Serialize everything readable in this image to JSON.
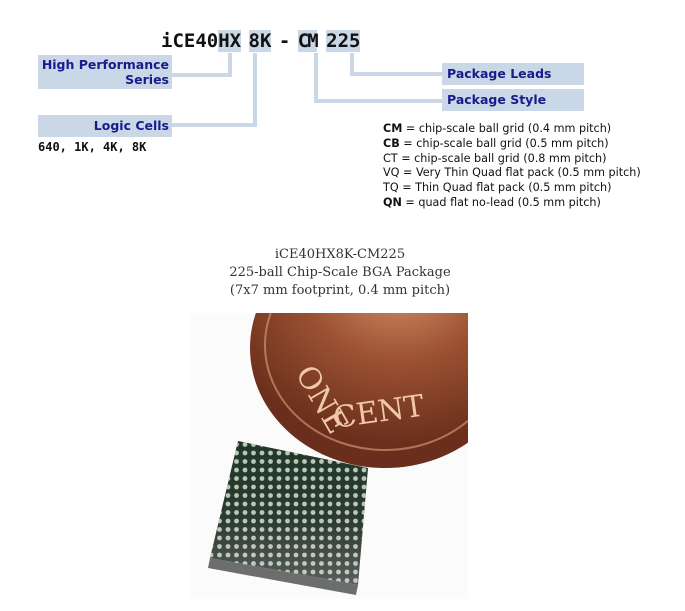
{
  "part_number": {
    "prefix": "iCE40",
    "series": "HX",
    "cells": "8K",
    "dash": "-",
    "style": "CM",
    "leads": "225"
  },
  "labels": {
    "series_line1": "High Performance",
    "series_line2": "Series",
    "logic_cells": "Logic Cells",
    "logic_cells_values": "640, 1K, 4K, 8K",
    "package_leads": "Package Leads",
    "package_style": "Package Style"
  },
  "legend": [
    {
      "code": "CM",
      "bold": true,
      "desc": " = chip-scale ball grid (0.4 mm pitch)"
    },
    {
      "code": "CB",
      "bold": true,
      "desc": " = chip-scale ball grid (0.5 mm pitch)"
    },
    {
      "code": "CT",
      "bold": false,
      "desc": " = chip-scale ball grid (0.8 mm pitch)"
    },
    {
      "code": "VQ",
      "bold": false,
      "desc": " = Very Thin Quad flat pack (0.5 mm pitch)"
    },
    {
      "code": "TQ",
      "bold": false,
      "desc": " = Thin Quad flat pack (0.5 mm pitch)"
    },
    {
      "code": "QN",
      "bold": true,
      "desc": " = quad flat no-lead (0.5 mm pitch)"
    }
  ],
  "caption": {
    "line1": "iCE40HX8K-CM225",
    "line2": "225-ball Chip-Scale BGA Package",
    "line3": "(7x7 mm footprint, 0.4 mm pitch)"
  },
  "photo": {
    "coin_text": "ONE CENT",
    "alt": "BGA chip next to a one cent coin"
  },
  "colors": {
    "highlight": "#c9d7e7",
    "label_text": "#1a1a8c"
  }
}
